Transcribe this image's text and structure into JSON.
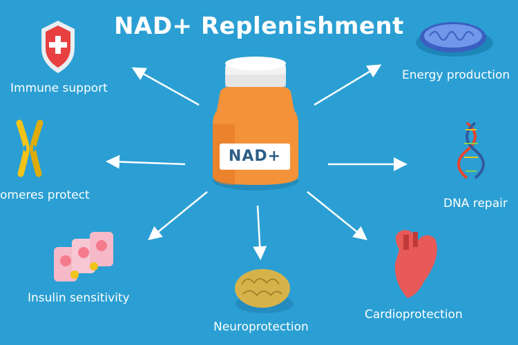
{
  "title": "NAD+ Replenishment",
  "center": {
    "label": "NAD+"
  },
  "benefits": {
    "immune": "Immune support",
    "energy": "Energy production",
    "telomeres": "omeres protect",
    "dna": "DNA repair",
    "insulin": "Insulin sensitivity",
    "neuro": "Neuroprotection",
    "cardio": "Cardioprotection"
  },
  "colors": {
    "background": "#2b9fd3",
    "bottle": "#f4923a",
    "cap": "#ffffff",
    "arrow": "#ffffff"
  },
  "icons": [
    "shield-cross-icon",
    "mitochondria-icon",
    "chromosome-icon",
    "dna-helix-icon",
    "fat-cells-icon",
    "brain-icon",
    "heart-icon",
    "bottle-icon"
  ]
}
